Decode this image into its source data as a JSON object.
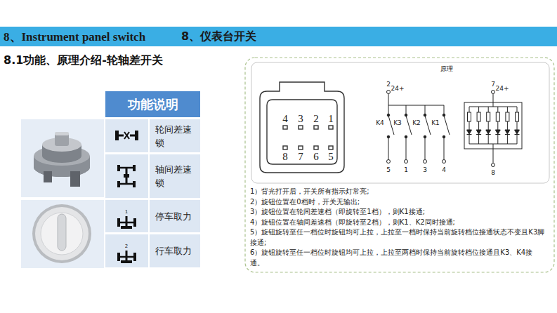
{
  "diagram": {
    "title": "8.1功能、原理介绍-轮轴差开关",
    "nodes": [
      {
        "text": [
          "8、Instrument panel switch",
          "8、仪表台开关"
        ]
      },
      {
        "text": [
          "功能说明"
        ]
      },
      {
        "text": [
          "轮间差速锁"
        ]
      },
      {
        "text": [
          "轴间差速锁"
        ]
      },
      {
        "text": [
          "停车取力"
        ]
      },
      {
        "text": [
          "行车取力"
        ]
      }
    ],
    "labels": [
      "4",
      "3",
      "2",
      "1",
      "8",
      "7",
      "6",
      "5",
      "原理",
      "2",
      "24+",
      "K4",
      "K3",
      "K2",
      "K1",
      "5",
      "1",
      "3",
      "4",
      "7",
      "24+",
      "8",
      "1",
      "2",
      "1）背光打开后，开关所有指示灯常亮;",
      "2）旋钮位置在0档时，开关无输出;",
      "3）旋钮位置在轮间差速档（即旋转至1档），则K1接通;",
      "4）旋钮位置在轴间差速档（即旋转至2档），则K1、K2同时接通;",
      "5）旋钮旋转至任一档位时旋钮均可上拉，上拉至一档时保持当前旋转档位接通状态不变且K3脚接通;",
      "6）旋钮旋转至任一档位时旋钮均可上拉，上拉至两档时保持当前旋转档位接通且K3、K4接通。"
    ]
  }
}
